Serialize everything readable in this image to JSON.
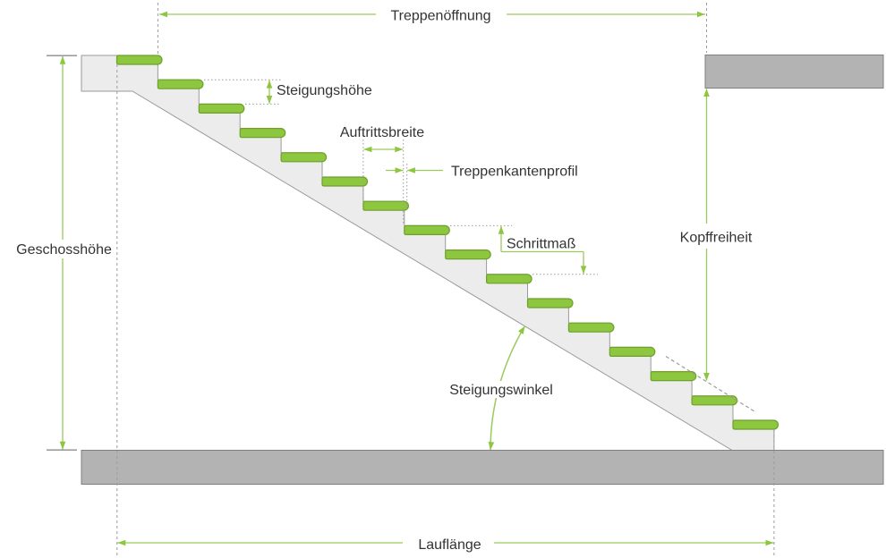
{
  "labels": {
    "treppenoeffnung": "Treppenöffnung",
    "steigungshoehe": "Steigungshöhe",
    "auftrittsbreite": "Auftrittsbreite",
    "treppenkantenprofil": "Treppenkantenprofil",
    "schrittmass": "Schrittmaß",
    "kopffreiheit": "Kopffreiheit",
    "geschosshoehe": "Geschosshöhe",
    "steigungswinkel": "Steigungswinkel",
    "lauflaenge": "Lauflänge"
  },
  "stair": {
    "step_count": 16
  },
  "colors": {
    "tread_green": "#8dc63f",
    "tread_border": "#6fa02c",
    "dimension_green": "#9cc95c",
    "arrow_green": "#8dc63f",
    "stair_body": "#ececec",
    "stair_border": "#9a9a9a",
    "slab_gray": "#b3b3b3",
    "slab_border": "#7f7f7f",
    "guide_gray": "#9b9b9b",
    "tick_gray": "#8c8c8c",
    "text": "#333333",
    "background": "#ffffff"
  }
}
